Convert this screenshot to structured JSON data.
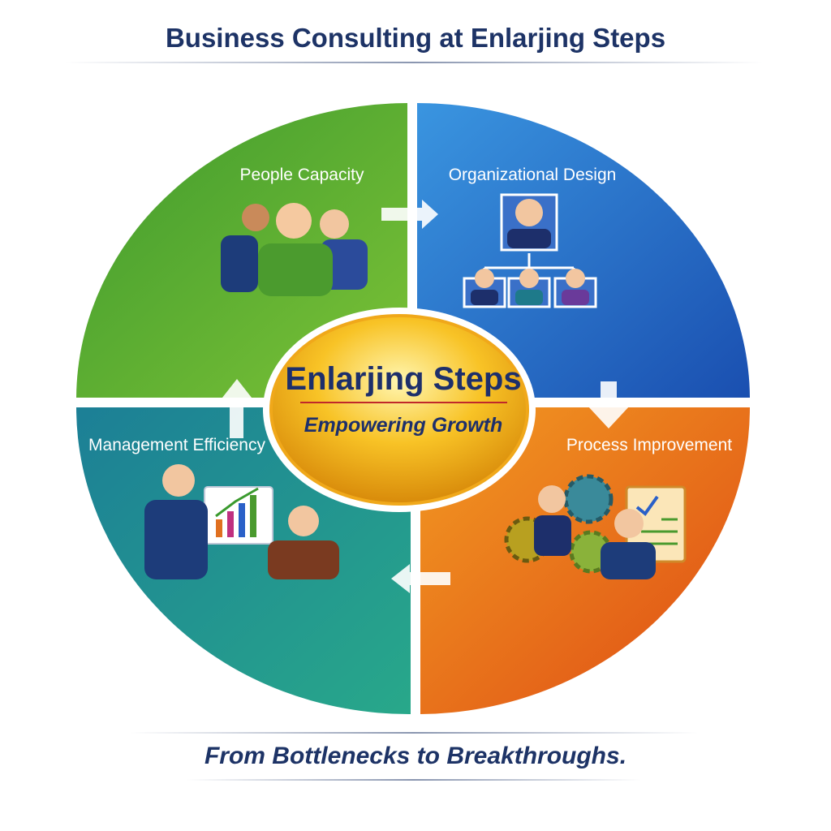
{
  "title": "Business Consulting at Enlarjing Steps",
  "center": {
    "title": "Enlarjing Steps",
    "subtitle": "Empowering Growth"
  },
  "quadrants": [
    {
      "label": "People Capacity",
      "color": "#5aab2e"
    },
    {
      "label": "Organizational Design",
      "color": "#2a78d0"
    },
    {
      "label": "Process Improvement",
      "color": "#ec7a1c"
    },
    {
      "label": "Management Efficiency",
      "color": "#1f9690"
    }
  ],
  "footer": "From Bottlenecks to Breakthroughs."
}
